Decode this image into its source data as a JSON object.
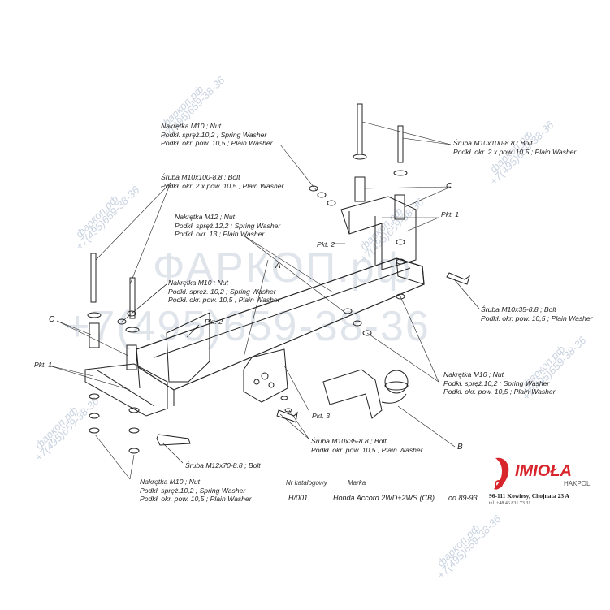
{
  "watermark": {
    "big_text": "ФАРКОП.рф",
    "big_phone": "+7(495)659-38-36",
    "diag_site": "фаркоп.рф",
    "diag_phone": "+7(495)659-38-36"
  },
  "labels": {
    "nut_top_1": "Nakrętka  M10 ;  Nut",
    "nut_top_2": "Podkł. spręż.10,2 ;  Spring Washer",
    "nut_top_3": "Podkł. okr. pow. 10,5 ;  Plain Washer",
    "bolt_left_1": "Śruba M10x100-8.8 ;  Bolt",
    "bolt_left_2": "Podkł. okr. 2 x pow. 10,5 ;  Plain Washer",
    "m12_1": "Nakrętka  M12 ;  Nut",
    "m12_2": "Podkł. spręż.12,2 ;  Spring Washer",
    "m12_3": "Podkł. okr. 13 ;  Plain Washer",
    "nut_mid_1": "Nakrętka  M10 ;  Nut",
    "nut_mid_2": "Podkł. spręż. 10,2 ;  Spring Washer",
    "nut_mid_3": "Podkł. okr. pow. 10,5 ;  Plain Washer",
    "bolt_right_1": "Śruba M10x100-8.8 ;  Bolt",
    "bolt_right_2": "Podkł. okr. 2 x pow. 10,5 ;  Plain Washer",
    "bolt35r_1": "Śruba M10x35-8.8 ;  Bolt",
    "bolt35r_2": "Podkł. okr. pow. 10,5 ;  Plain Washer",
    "nut_right_1": "Nakrętka  M10 ;  Nut",
    "nut_right_2": "Podkł. spręż.10,2 ;  Spring Washer",
    "nut_right_3": "Podkł. okr. pow. 10,5 ;  Plain Washer",
    "bolt35b_1": "Śruba M10x35-8.8 ;  Bolt",
    "bolt35b_2": "Podkł. okr. pow. 10,5 ;  Plain Washer",
    "bolt70": "Śruba M12x70-8.8 ;  Bolt",
    "nut_bottom_1": "Nakrętka  M10 ;  Nut",
    "nut_bottom_2": "Podkł. spręż.10,2 ;  Spring Washer",
    "nut_bottom_3": "Podkł. okr. pow. 10,5 ;  Plain Washer",
    "pkt1_left": "Pkt. 1",
    "pkt1_right": "Pkt. 1",
    "pkt2_top": "Pkt. 2",
    "pkt2_mid": "Pkt. 2",
    "pkt3": "Pkt. 3",
    "letter_A": "A",
    "letter_B": "B",
    "letter_C1": "C",
    "letter_C2": "C"
  },
  "footer": {
    "catalog_caption": "Nr katalogowy",
    "catalog_value": "H/001",
    "marka_caption": "Marka",
    "marka_value": "Honda Accord 2WD+2WS (CB)",
    "year_value": "od  89-93"
  },
  "brand": {
    "logo": "IMIOŁA",
    "sub": "HAKPOL",
    "address": "96-111 Kowiesy, Chojnata 23 A",
    "tel": "tel. +48 46 831 73 31",
    "accent": "#d8242b"
  }
}
